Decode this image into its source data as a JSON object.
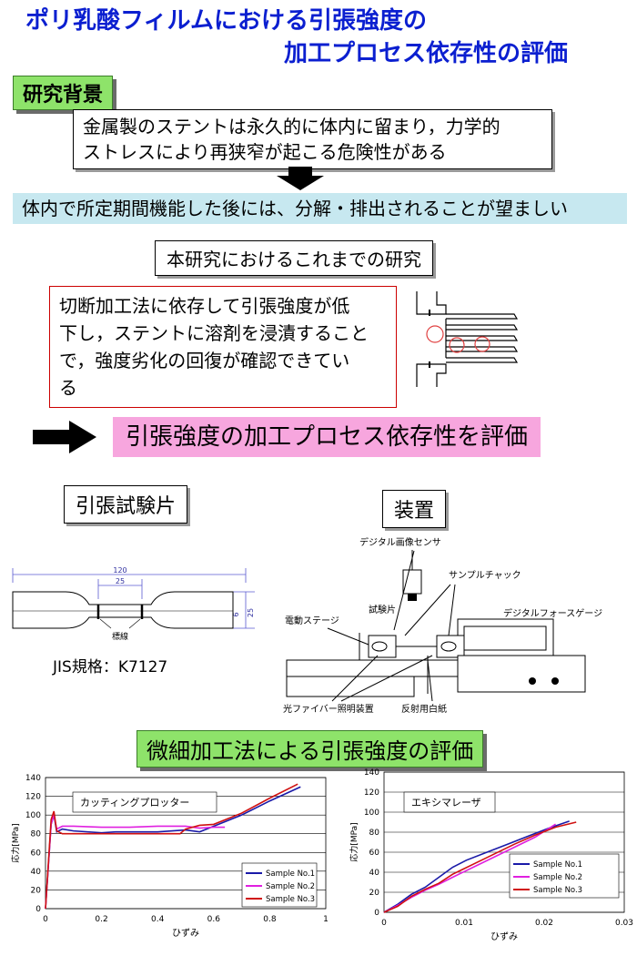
{
  "title": {
    "line1": "ポリ乳酸フィルムにおける引張強度の",
    "line2": "加工プロセス依存性の評価"
  },
  "background": {
    "heading": "研究背景",
    "problem_line1": "金属製のステントは永久的に体内に留まり，力学的",
    "problem_line2": "ストレスにより再狭窄が起こる危険性がある",
    "requirement": "体内で所定期間機能した後には、分解・排出されることが望ましい"
  },
  "prior": {
    "heading": "本研究におけるこれまでの研究",
    "line1": "切断加工法に依存して引張強度が低",
    "line2": "下し，ステントに溶剤を浸漬すること",
    "line3": "で，強度劣化の回復が確認できてい",
    "line4": "る"
  },
  "goal": "引張強度の加工プロセス依存性を評価",
  "specimen": {
    "heading": "引張試験片",
    "dim_total": "120",
    "dim_gauge": "25",
    "dim_height": "25",
    "dim_width": "6",
    "marker_label": "標線",
    "standard": "JIS規格：K7127"
  },
  "apparatus": {
    "heading": "装置",
    "sensor": "デジタル画像センサ",
    "chuck": "サンプルチャック",
    "specimen": "試験片",
    "stage": "電動ステージ",
    "gauge": "デジタルフォースゲージ",
    "fiber": "光ファイバー照明装置",
    "paper": "反射用白紙"
  },
  "results_heading": "微細加工法による引張強度の評価",
  "chart_data": [
    {
      "type": "line",
      "title": "カッティングプロッター",
      "xlabel": "ひずみ",
      "ylabel": "応力[MPa]",
      "xlim": [
        0,
        1
      ],
      "ylim": [
        0,
        140
      ],
      "xticks": [
        "0",
        "0.2",
        "0.4",
        "0.6",
        "0.8",
        "1"
      ],
      "yticks": [
        "0",
        "20",
        "40",
        "60",
        "80",
        "100",
        "120",
        "140"
      ],
      "grid": true,
      "legend": "bottom-right",
      "series": [
        {
          "name": "Sample No.1",
          "color": "#1a1aa8",
          "x": [
            0,
            0.02,
            0.03,
            0.04,
            0.06,
            0.1,
            0.2,
            0.25,
            0.3,
            0.4,
            0.5,
            0.55,
            0.6,
            0.7,
            0.8,
            0.91
          ],
          "y": [
            0,
            90,
            100,
            82,
            85,
            83,
            81,
            82,
            82,
            82,
            84,
            82,
            88,
            100,
            115,
            130
          ]
        },
        {
          "name": "Sample No.2",
          "color": "#e020e0",
          "x": [
            0,
            0.02,
            0.03,
            0.04,
            0.06,
            0.1,
            0.2,
            0.3,
            0.4,
            0.5,
            0.55,
            0.6,
            0.64
          ],
          "y": [
            0,
            90,
            100,
            85,
            88,
            88,
            87,
            87,
            88,
            88,
            86,
            87,
            87
          ]
        },
        {
          "name": "Sample No.3",
          "color": "#d01010",
          "x": [
            0,
            0.02,
            0.03,
            0.04,
            0.06,
            0.1,
            0.2,
            0.3,
            0.4,
            0.48,
            0.5,
            0.55,
            0.6,
            0.7,
            0.8,
            0.9
          ],
          "y": [
            0,
            95,
            104,
            83,
            80,
            80,
            80,
            80,
            80,
            80,
            85,
            89,
            90,
            102,
            118,
            133
          ]
        }
      ]
    },
    {
      "type": "line",
      "title": "エキシマレーザ",
      "xlabel": "ひずみ",
      "ylabel": "応力[MPa]",
      "xlim": [
        0,
        0.035
      ],
      "ylim": [
        0,
        140
      ],
      "xticks": [
        "0",
        "0.01",
        "0.02",
        "0.03"
      ],
      "yticks": [
        "0",
        "20",
        "40",
        "60",
        "80",
        "100",
        "120",
        "140"
      ],
      "grid": true,
      "legend": "bottom-right",
      "series": [
        {
          "name": "Sample No.1",
          "color": "#1a1aa8",
          "x": [
            0,
            0.002,
            0.004,
            0.006,
            0.008,
            0.01,
            0.012,
            0.015,
            0.018,
            0.021,
            0.024,
            0.027
          ],
          "y": [
            0,
            8,
            18,
            25,
            35,
            45,
            52,
            60,
            68,
            76,
            84,
            91
          ]
        },
        {
          "name": "Sample No.2",
          "color": "#e020e0",
          "x": [
            0,
            0.002,
            0.004,
            0.006,
            0.008,
            0.01,
            0.013,
            0.016,
            0.019,
            0.022,
            0.025
          ],
          "y": [
            0,
            7,
            15,
            22,
            28,
            35,
            45,
            55,
            65,
            75,
            88
          ]
        },
        {
          "name": "Sample No.3",
          "color": "#d01010",
          "x": [
            0,
            0.002,
            0.004,
            0.006,
            0.008,
            0.01,
            0.013,
            0.016,
            0.019,
            0.022,
            0.025,
            0.028
          ],
          "y": [
            0,
            6,
            16,
            23,
            29,
            38,
            48,
            58,
            68,
            77,
            85,
            90
          ]
        }
      ]
    }
  ]
}
